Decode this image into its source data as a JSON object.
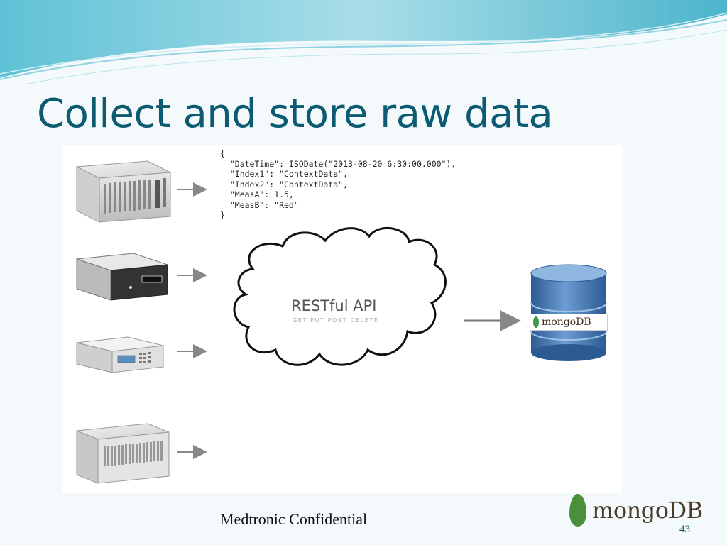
{
  "slide": {
    "title": "Collect and store raw data",
    "footer": "Medtronic Confidential",
    "page_number": "43"
  },
  "json_sample": "{\n  \"DateTime\": ISODate(\"2013-08-20 6:30:00.000\"),\n  \"Index1\": \"ContextData\",\n  \"Index2\": \"ContextData\",\n  \"MeasA\": 1.5,\n  \"MeasB\": \"Red\"\n}",
  "api": {
    "title": "RESTful API",
    "methods": "GET  PUT  POST  DELETE"
  },
  "database": {
    "label": "mongoDB"
  },
  "logo": {
    "text": "mongoDB"
  },
  "colors": {
    "title": "#0d5b72",
    "db_blue": "#4a78b5",
    "leaf_green": "#4a8f3a"
  },
  "icons": [
    "equipment-rack-icon",
    "device-box-icon",
    "instrument-icon",
    "server-chassis-icon",
    "arrow-icon",
    "cloud-icon",
    "database-cylinder-icon",
    "mongodb-leaf-icon"
  ]
}
